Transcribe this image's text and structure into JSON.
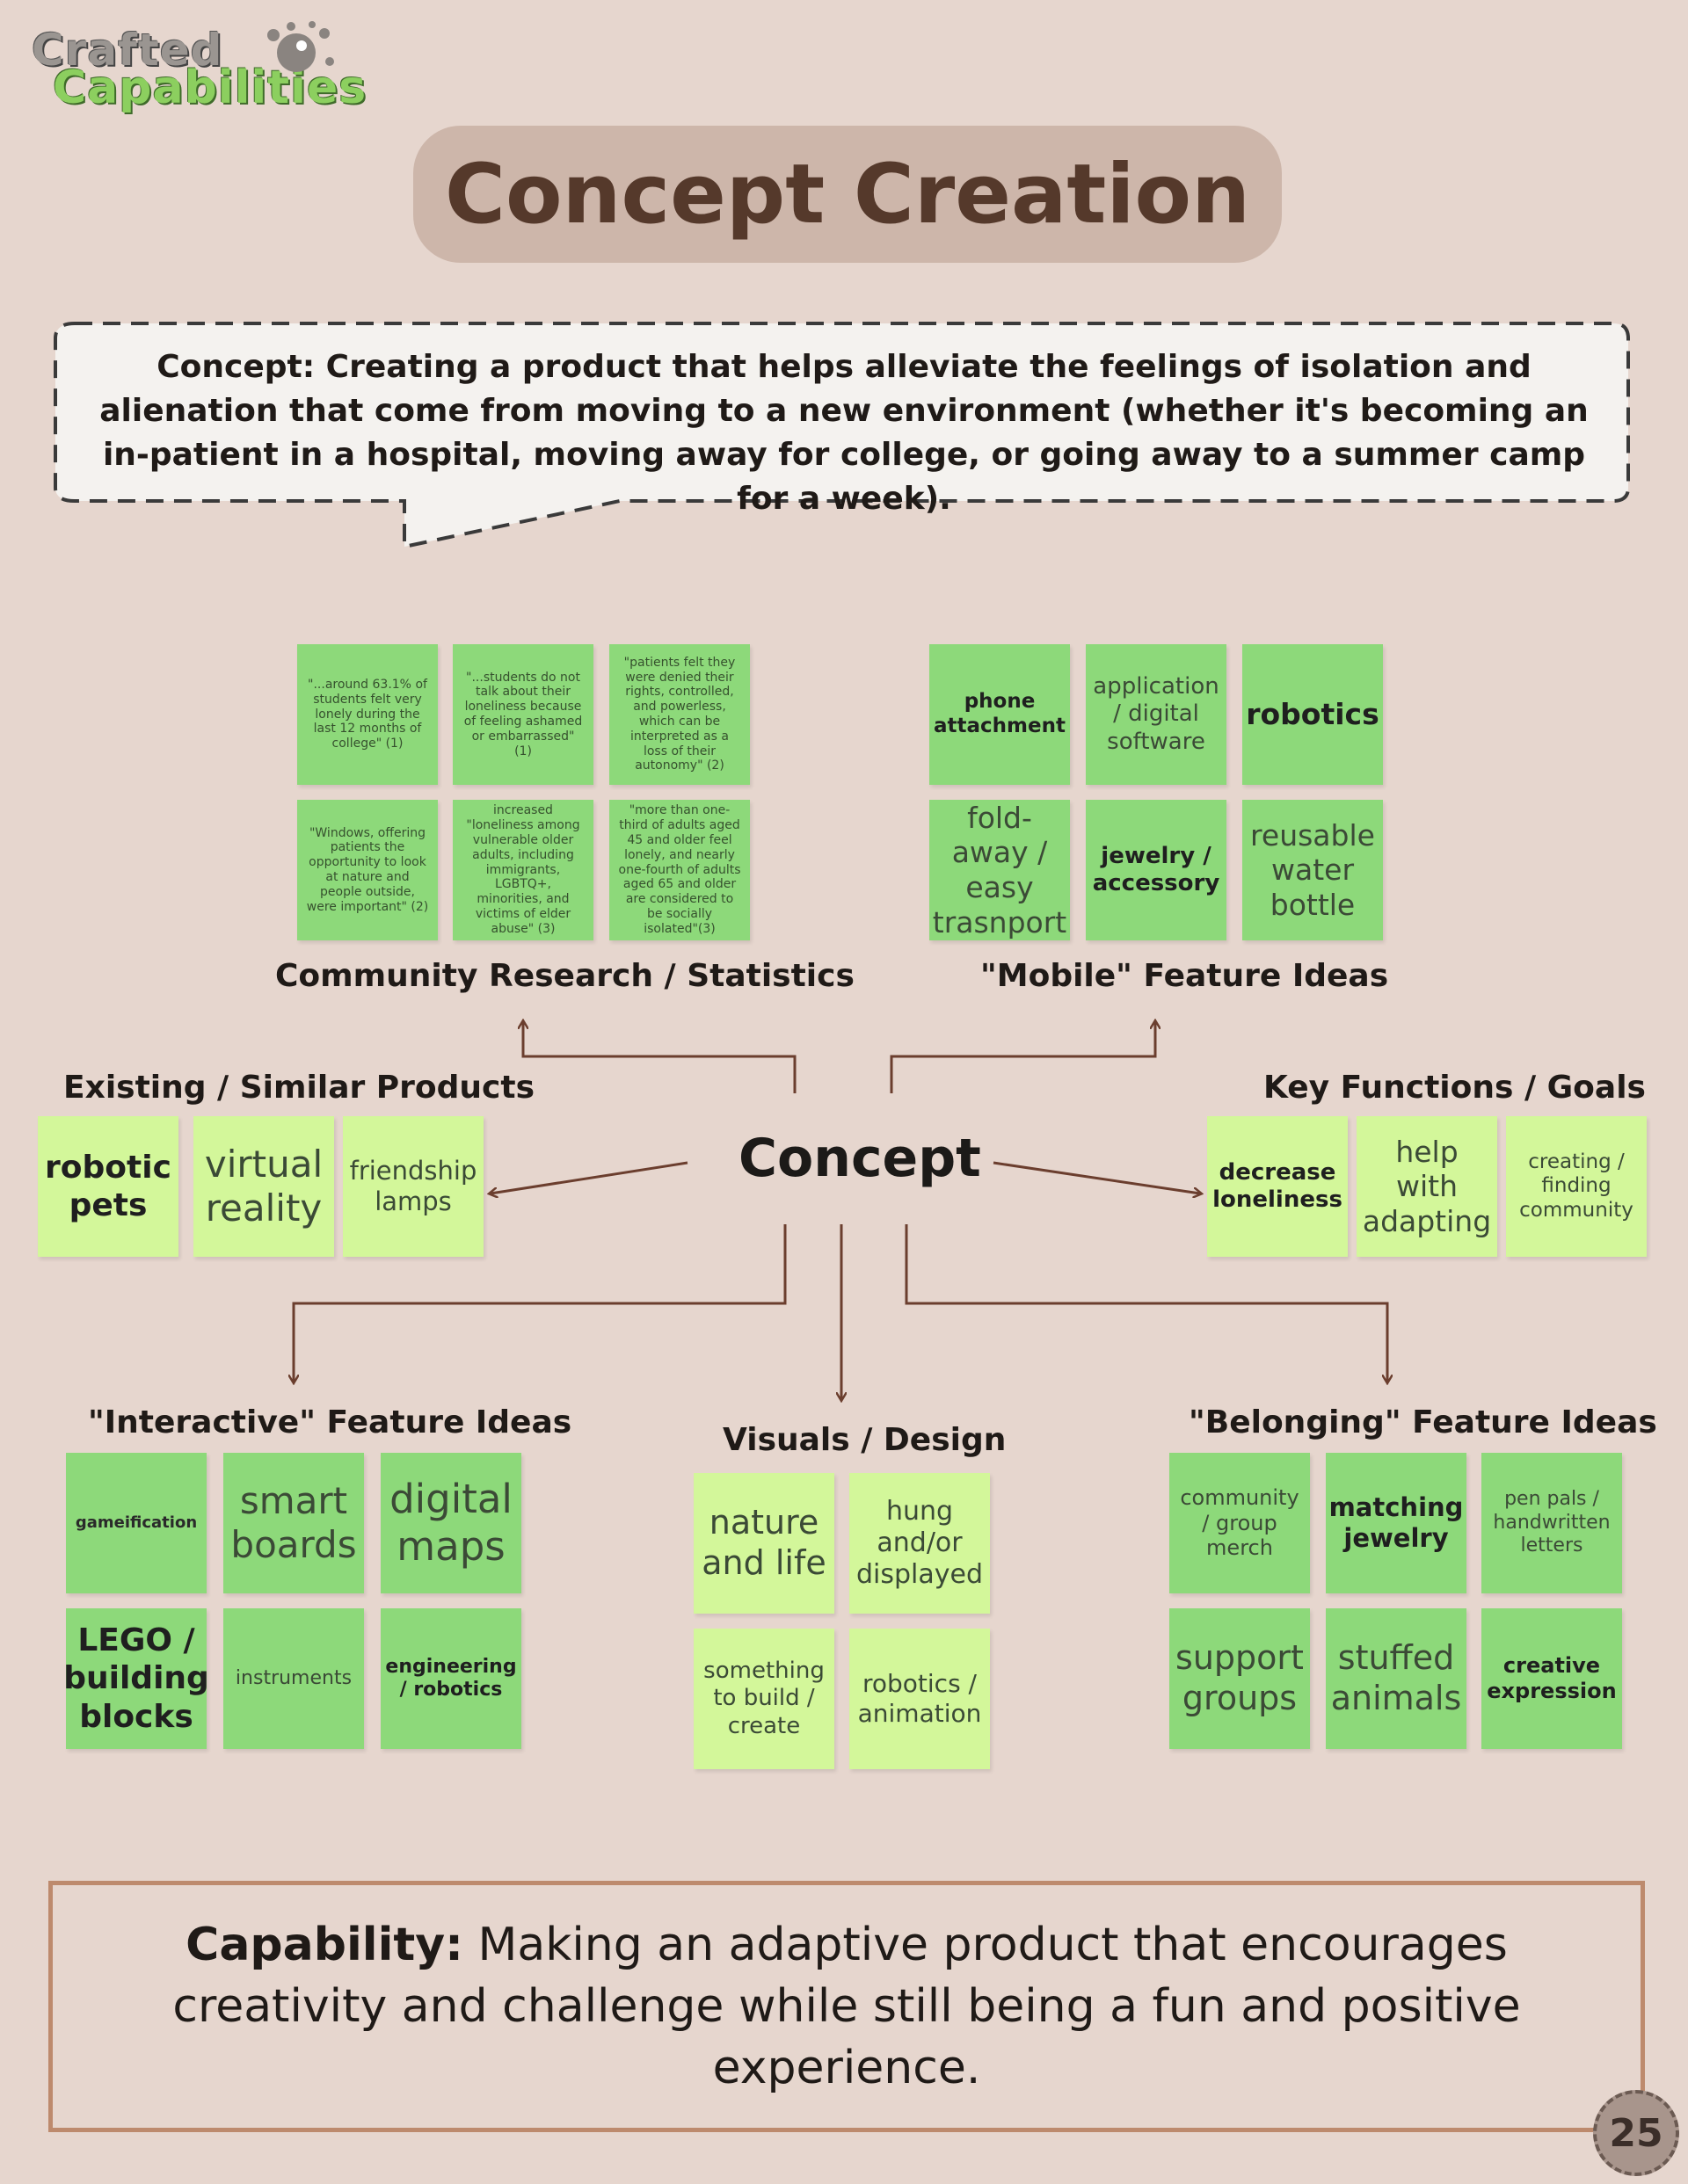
{
  "logo": {
    "line1": "Crafted",
    "line2": "Capabilities"
  },
  "title": "Concept Creation",
  "concept_statement": "Concept: Creating a product that helps alleviate the feelings of isolation and alienation that come from moving to a new environment (whether it's becoming an in-patient in a hospital, moving away for college, or going away to a summer camp for a week).",
  "center_label": "Concept",
  "sections": {
    "research": {
      "title": "Community Research / Statistics",
      "notes": [
        "\"...around 63.1% of students felt very lonely during the last 12 months of college\" (1)",
        "\"...students do not talk about their loneliness because of feeling ashamed or embarrassed\" (1)",
        "\"patients felt they were denied their rights, controlled, and powerless, which can be interpreted as a loss of their autonomy\" (2)",
        "\"Windows, offering patients the opportunity to look at nature and people outside, were important\" (2)",
        "increased \"loneliness among vulnerable older adults, including immigrants, LGBTQ+, minorities, and victims of elder abuse\" (3)",
        "\"more than one-third of adults aged 45 and older feel lonely, and nearly one-fourth of adults aged 65 and older are considered to be socially isolated\"(3)"
      ]
    },
    "mobile": {
      "title": "\"Mobile\" Feature Ideas",
      "notes": [
        "phone attachment",
        "application / digital software",
        "robotics",
        "fold-away / easy trasnport",
        "jewelry / accessory",
        "reusable water bottle"
      ]
    },
    "existing": {
      "title": "Existing / Similar Products",
      "notes": [
        "robotic pets",
        "virtual reality",
        "friendship lamps"
      ]
    },
    "goals": {
      "title": "Key Functions / Goals",
      "notes": [
        "decrease loneliness",
        "help with adapting",
        "creating / finding community"
      ]
    },
    "interactive": {
      "title": "\"Interactive\" Feature Ideas",
      "notes": [
        "gameification",
        "smart boards",
        "digital maps",
        "LEGO / building blocks",
        "instruments",
        "engineering / robotics"
      ]
    },
    "visuals": {
      "title": "Visuals / Design",
      "notes": [
        "nature and life",
        "hung and/or displayed",
        "something to build / create",
        "robotics / animation"
      ]
    },
    "belonging": {
      "title": "\"Belonging\" Feature Ideas",
      "notes": [
        "community / group merch",
        "matching jewelry",
        "pen pals / handwritten letters",
        "support groups",
        "stuffed animals",
        "creative expression"
      ]
    }
  },
  "capability": {
    "label": "Capability:",
    "text": " Making an adaptive product that encourages creativity and challenge while still being a fun and positive experience."
  },
  "page_number": "25",
  "colors": {
    "background": "#e6d6ce",
    "note_green": "#8dd97a",
    "note_light": "#d3f79a",
    "arrow": "#6b3e2e",
    "title": "#55392b",
    "border": "#bd8a6d"
  }
}
